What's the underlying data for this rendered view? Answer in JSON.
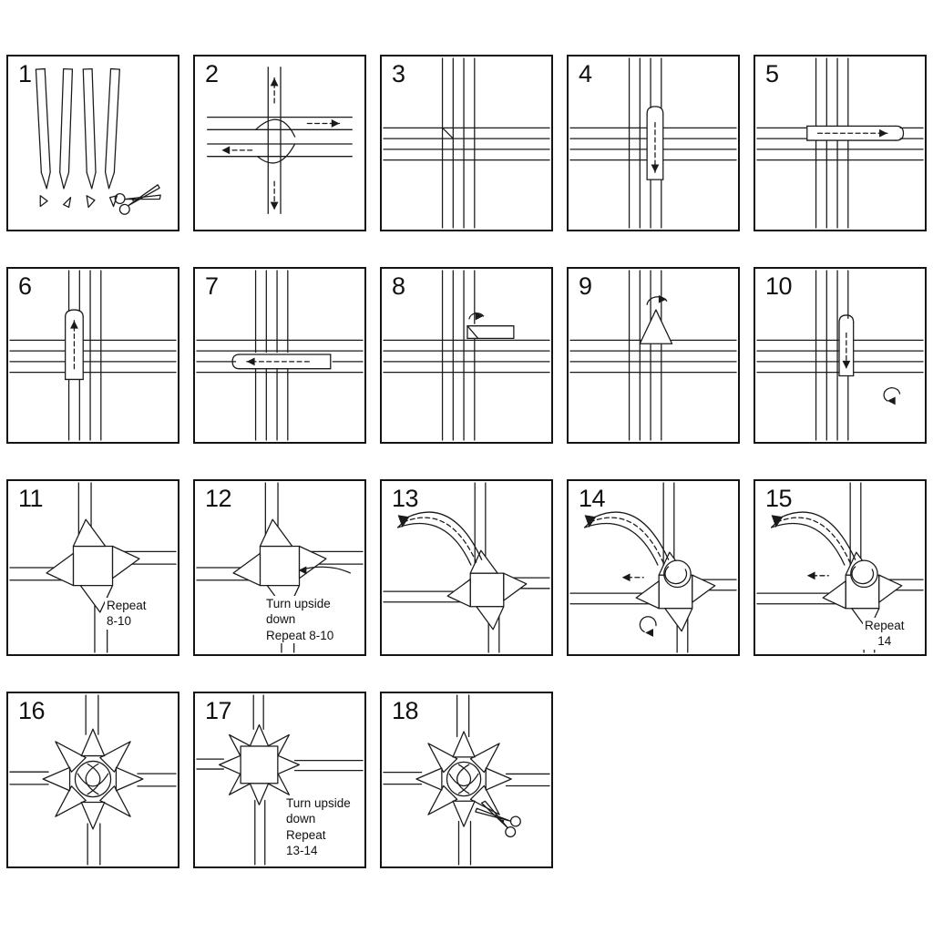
{
  "colors": {
    "line": "#1a1a1a",
    "background": "#ffffff"
  },
  "icons": {
    "scissors": "scissors-icon",
    "dashed_arrow": "dashed-arrow-icon",
    "rotate_arrow": "rotate-arrow-icon"
  },
  "steps": [
    {
      "number": "1",
      "art": "cut-strips"
    },
    {
      "number": "2",
      "art": "interlock-four-strips"
    },
    {
      "number": "3",
      "art": "tighten-weave"
    },
    {
      "number": "4",
      "art": "fold-top-strip-down"
    },
    {
      "number": "5",
      "art": "fold-left-strip-right"
    },
    {
      "number": "6",
      "art": "fold-bottom-strip-up"
    },
    {
      "number": "7",
      "art": "fold-right-strip-left"
    },
    {
      "number": "8",
      "art": "fold-corner"
    },
    {
      "number": "9",
      "art": "point-fold"
    },
    {
      "number": "10",
      "art": "tuck-and-rotate"
    },
    {
      "number": "11",
      "art": "four-points",
      "note": "Repeat\n8-10"
    },
    {
      "number": "12",
      "art": "four-points-flip",
      "note": "Turn upside\ndown\nRepeat 8-10"
    },
    {
      "number": "13",
      "art": "loop-strip-over"
    },
    {
      "number": "14",
      "art": "loop-cone"
    },
    {
      "number": "15",
      "art": "loop-cone-repeat",
      "note": "Repeat\n14"
    },
    {
      "number": "16",
      "art": "star-front"
    },
    {
      "number": "17",
      "art": "star-back",
      "note": "Turn upside\ndown\nRepeat\n13-14"
    },
    {
      "number": "18",
      "art": "finished-star-trim"
    }
  ]
}
